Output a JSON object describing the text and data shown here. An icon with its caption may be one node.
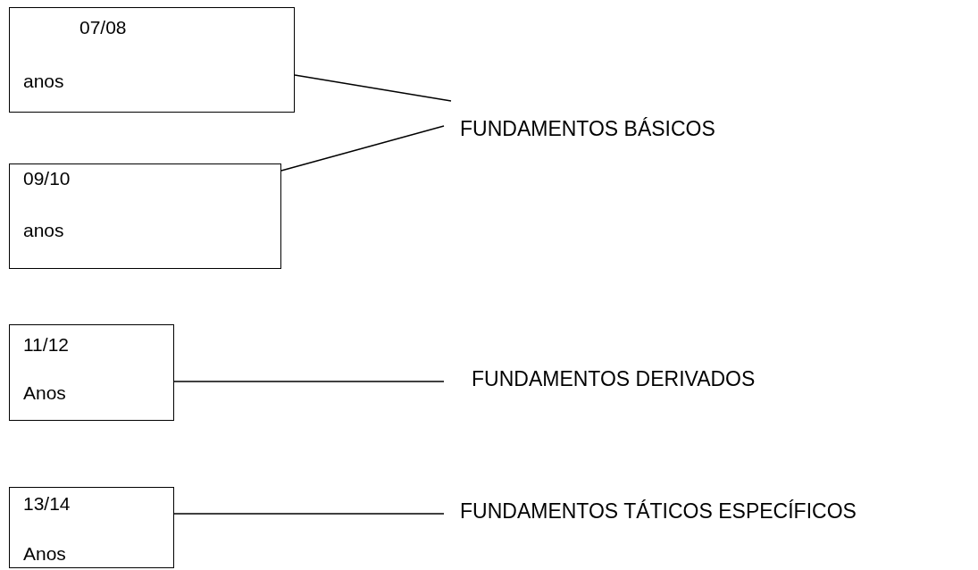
{
  "diagram": {
    "nodes": [
      {
        "text": [
          "07/08",
          "anos"
        ]
      },
      {
        "text": [
          "09/10",
          "anos"
        ]
      },
      {
        "text": [
          "11/12",
          "Anos"
        ]
      },
      {
        "text": [
          "13/14",
          "Anos"
        ]
      },
      {
        "text": [
          "FUNDAMENTOS BÁSICOS"
        ]
      },
      {
        "text": [
          "FUNDAMENTOS DERIVADOS"
        ]
      },
      {
        "text": [
          "FUNDAMENTOS TÁTICOS ESPECÍFICOS"
        ]
      }
    ],
    "edges": [
      {
        "from": 0,
        "to": 4,
        "arrow": "none"
      },
      {
        "from": 1,
        "to": 4,
        "arrow": "none"
      },
      {
        "from": 2,
        "to": 5,
        "arrow": "none"
      },
      {
        "from": 3,
        "to": 6,
        "arrow": "none"
      }
    ]
  }
}
